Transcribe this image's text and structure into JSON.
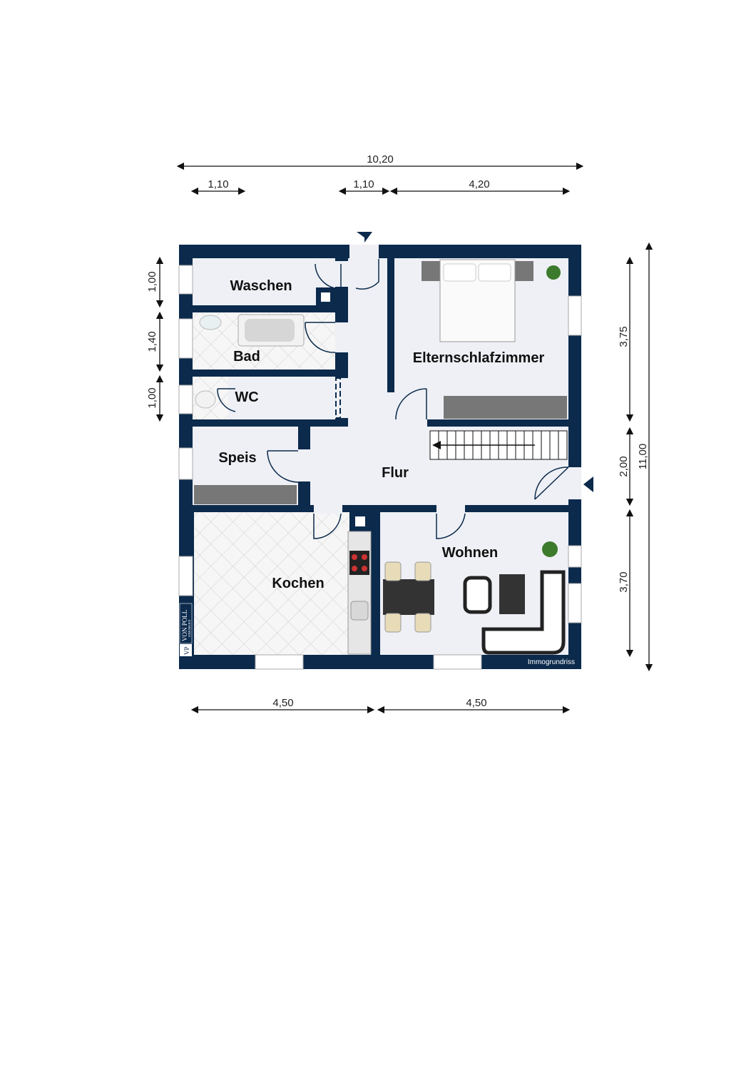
{
  "rooms": {
    "waschen": "Waschen",
    "bad": "Bad",
    "wc": "WC",
    "elternschlafzimmer": "Elternschlafzimmer",
    "speis": "Speis",
    "flur": "Flur",
    "kochen": "Kochen",
    "wohnen": "Wohnen"
  },
  "dimensions": {
    "top_total": "10,20",
    "top_a": "1,10",
    "top_b": "1,10",
    "top_c": "4,20",
    "left_a": "1,00",
    "left_b": "1,40",
    "left_c": "1,00",
    "right_a": "3,75",
    "right_b": "2,00",
    "right_c": "3,70",
    "right_total": "11,00",
    "bottom_a": "4,50",
    "bottom_b": "4,50"
  },
  "branding": {
    "logo_name": "VON POLL",
    "logo_sub": "IMMOBILIEN",
    "logo_mark": "VP",
    "credit": "Immogrundriss"
  },
  "colors": {
    "wall": "#0b2a4c",
    "floor": "#eef0f5",
    "tile": "#f4f4f4"
  }
}
